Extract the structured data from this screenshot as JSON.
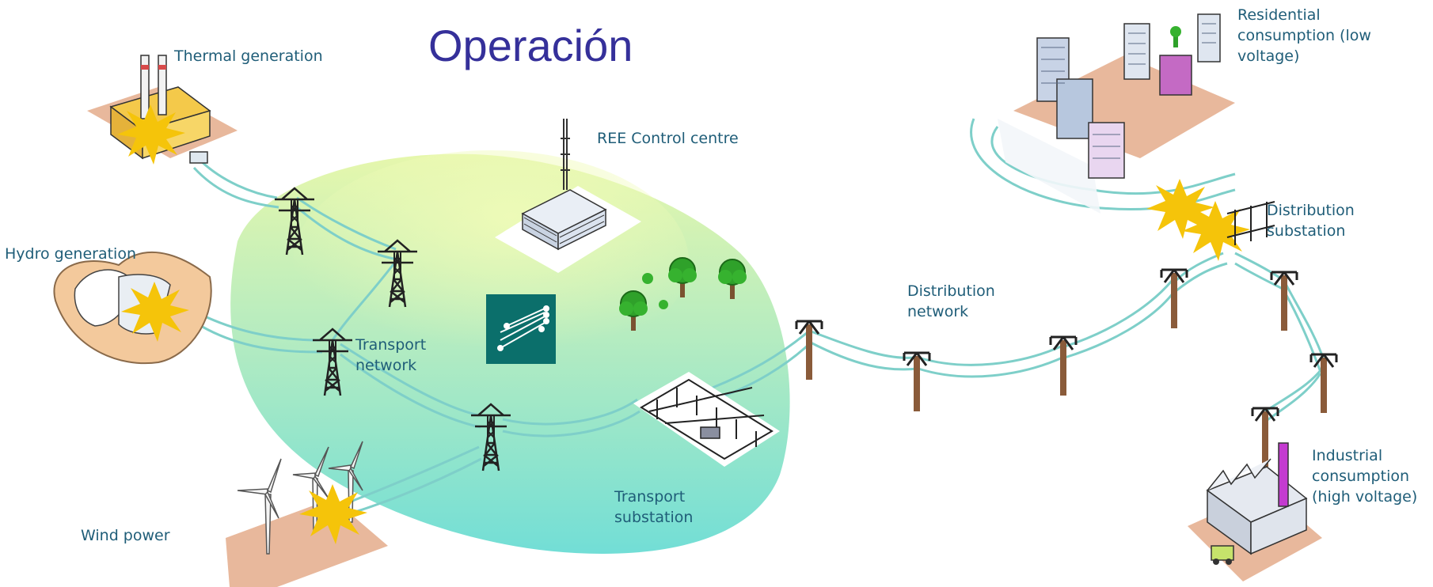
{
  "title": "Operación",
  "labels": {
    "thermal": "Thermal generation",
    "hydro": "Hydro generation",
    "wind": "Wind power",
    "control": "REE Control centre",
    "transport_network": [
      "Transport",
      "network"
    ],
    "transport_substation": [
      "Transport",
      "substation"
    ],
    "distribution_network": [
      "Distribution",
      "network"
    ],
    "distribution_substation": [
      "Distribution",
      "substation"
    ],
    "residential": [
      "Residential",
      "consumption (low",
      "voltage)"
    ],
    "industrial": [
      "Industrial",
      "consumption",
      "(high voltage)"
    ]
  },
  "colors": {
    "title": "#35309a",
    "label": "#1f5d78",
    "line": "#7ecfc9",
    "zone_top": "#e3f6b0",
    "zone_bottom": "#7fe0d8",
    "ground": "#e8b89c",
    "flash": "#f5c40a",
    "logo": "#0b6f6b",
    "tree": "#2fa12a"
  },
  "icons": [
    "thermal-plant-icon",
    "hydro-dam-icon",
    "wind-turbine-icon",
    "transmission-tower-icon",
    "control-building-icon",
    "substation-icon",
    "distribution-pole-icon",
    "residential-buildings-icon",
    "factory-icon",
    "tree-icon",
    "network-logo-icon",
    "spark-icon"
  ]
}
